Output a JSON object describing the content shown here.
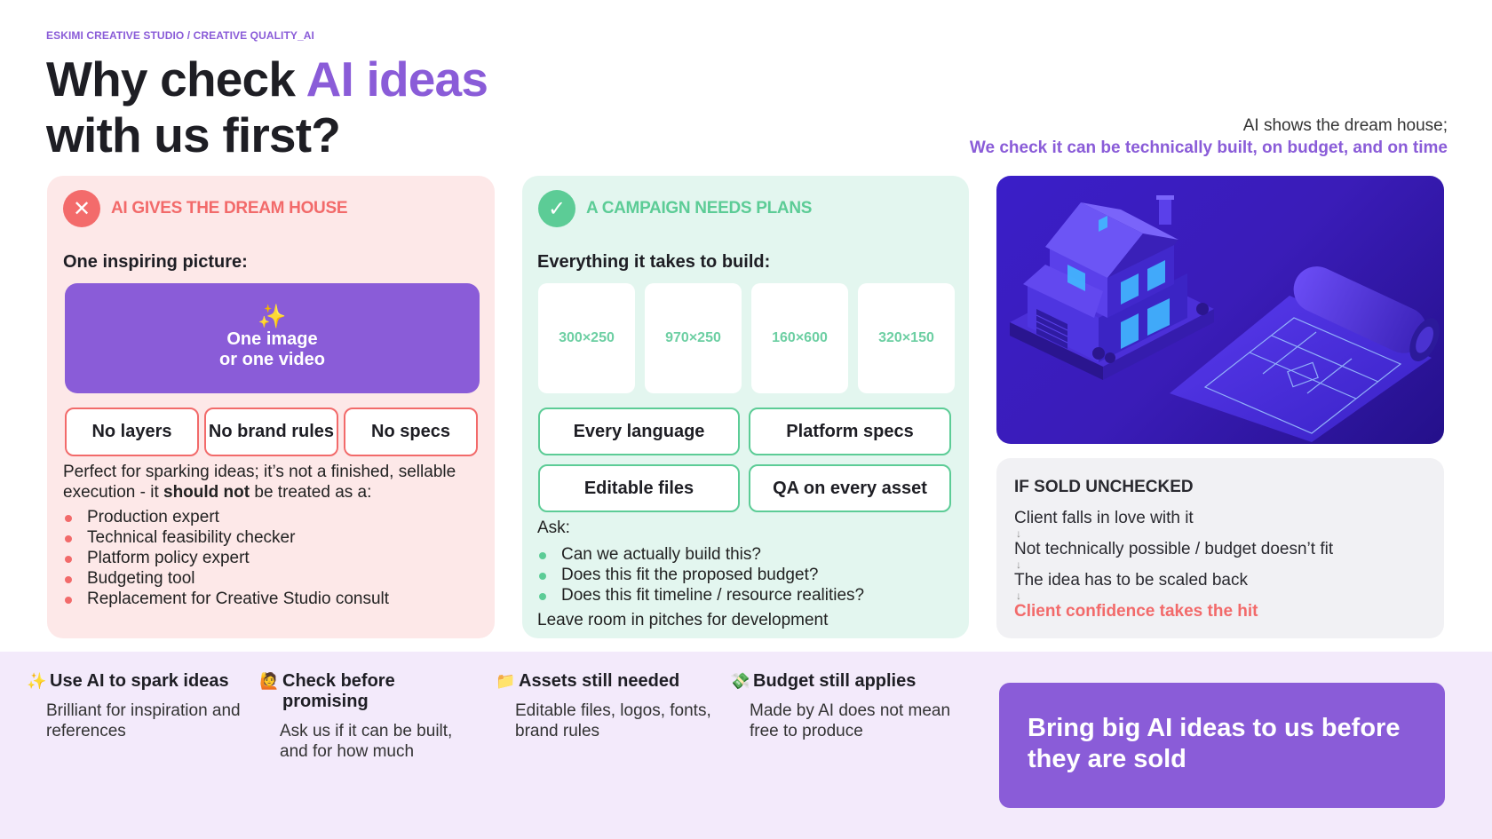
{
  "header": {
    "breadcrumb": "ESKIMI CREATIVE STUDIO / CREATIVE QUALITY_AI",
    "title_pre": "Why check ",
    "title_accent": "AI ideas",
    "title_post": "with us first?",
    "tagline_1": "AI shows the dream house;",
    "tagline_2": "We check it can be technically built, on budget, and on time"
  },
  "ai_panel": {
    "badge_icon": "close-icon",
    "badge_glyph": "✕",
    "title": "AI GIVES THE DREAM HOUSE",
    "subtitle": "One inspiring picture:",
    "hero_emoji": "✨",
    "hero_line_1": "One image",
    "hero_line_2": "or one video",
    "tags": [
      "No layers",
      "No brand rules",
      "No specs"
    ],
    "para_pre": "Perfect for sparking ideas; it’s not a finished, sellable execution - it ",
    "para_bold": "should not",
    "para_post": " be treated as a:",
    "bullets": [
      "Production expert",
      "Technical feasibility checker",
      "Platform policy expert",
      "Budgeting tool",
      "Replacement for Creative Studio consult"
    ]
  },
  "campaign_panel": {
    "badge_icon": "check-icon",
    "badge_glyph": "✓",
    "title": "A CAMPAIGN NEEDS PLANS",
    "subtitle": "Everything it takes to build:",
    "sizes": [
      "300×250",
      "970×250",
      "160×600",
      "320×150"
    ],
    "tags": [
      "Every language",
      "Platform specs",
      "Editable files",
      "QA on every asset"
    ],
    "ask_label": "Ask:",
    "bullets": [
      "Can we actually build this?",
      "Does this fit the proposed budget?",
      "Does this fit timeline / resource realities?"
    ],
    "footer": "Leave room in pitches for development"
  },
  "illustration": {
    "icon": "house-blueprint-illustration"
  },
  "unchecked": {
    "title": "IF SOLD UNCHECKED",
    "arrow": "↓",
    "steps": [
      "Client falls in love with it",
      "Not technically possible / budget doesn’t fit",
      "The idea has to be scaled back"
    ],
    "final": "Client confidence takes the hit"
  },
  "bottom": {
    "tips": [
      {
        "emoji": "✨",
        "title": "Use AI to spark ideas",
        "body": "Brilliant for inspiration and references"
      },
      {
        "emoji": "🙋",
        "title": "Check before promising",
        "body": "Ask us if it can be built, and for how much"
      },
      {
        "emoji": "📁",
        "title": "Assets still needed",
        "body": "Editable files, logos, fonts, brand rules"
      },
      {
        "emoji": "💸",
        "title": "Budget still applies",
        "body": "Made by AI does not mean free to produce"
      }
    ],
    "cta": "Bring big AI ideas to us before they are sold"
  },
  "colors": {
    "accent_purple": "#8a5cd8",
    "red": "#f26a6a",
    "green": "#5ccc96",
    "red_panel_bg": "#fde8e8",
    "green_panel_bg": "#e3f6ef",
    "bottom_bg": "#f3eafb"
  }
}
